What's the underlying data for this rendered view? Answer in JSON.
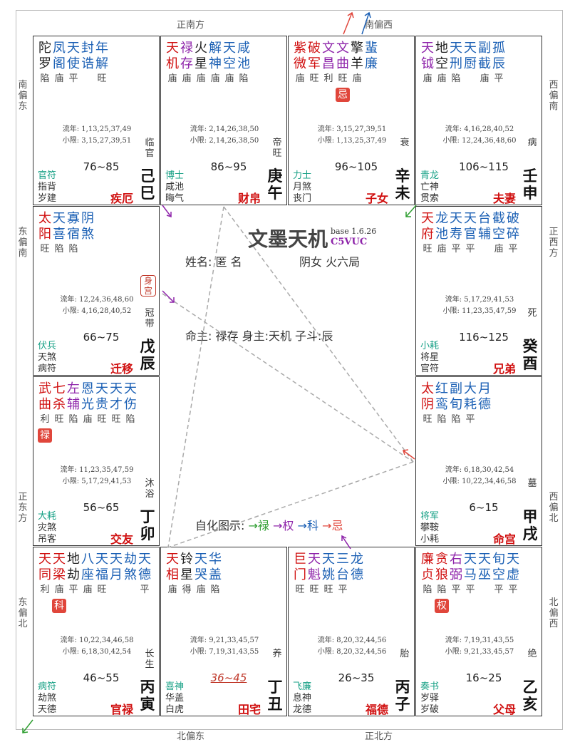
{
  "directions": {
    "top_left": "正南方",
    "top_right": "南偏西",
    "bottom_left": "北偏东",
    "bottom_right": "正北方",
    "left": [
      "南偏东",
      "东偏南",
      "正东方",
      "东偏北"
    ],
    "right": [
      "西偏南",
      "正西方",
      "西偏北",
      "北偏西"
    ]
  },
  "center": {
    "title": "文墨天机",
    "version": "base 1.6.26",
    "code": "C5VUC",
    "name_line": "姓名: 匿 名",
    "gender_line": "阴女 火六局",
    "ming_line": "命主: 禄存 身主:天机 子斗:辰",
    "sihua_label": "自化图示:",
    "sihua": [
      "禄",
      "权",
      "科",
      "忌"
    ]
  },
  "colors": {
    "red": "#d01010",
    "blue": "#1a5fb4",
    "purple": "#8e24aa",
    "green": "#16a085",
    "black": "#222"
  },
  "palaces": [
    {
      "stars": [
        "陀罗",
        "凤阁",
        "天使",
        "封诰",
        "年解"
      ],
      "colors": [
        "#222",
        "#1a5fb4",
        "#1a5fb4",
        "#1a5fb4",
        "#1a5fb4"
      ],
      "bright": [
        "陷",
        "庙",
        "平",
        "",
        "旺"
      ],
      "hua": [],
      "liunian": "流年: 1,13,25,37,49",
      "xiaoxian": "小限: 3,15,27,39,51",
      "age": "76~85",
      "god1": "官符",
      "god2": "指背",
      "god3": "岁建",
      "stage": "临官",
      "gz": "己巳",
      "name": "疾厄"
    },
    {
      "stars": [
        "天机",
        "禄存",
        "火星",
        "解神",
        "天空",
        "咸池"
      ],
      "colors": [
        "#d01010",
        "#8e24aa",
        "#222",
        "#1a5fb4",
        "#1a5fb4",
        "#1a5fb4"
      ],
      "bright": [
        "庙",
        "庙",
        "庙",
        "庙",
        "庙",
        "陷"
      ],
      "hua": [],
      "liunian": "流年: 2,14,26,38,50",
      "xiaoxian": "小限: 2,14,26,38,50",
      "age": "86~95",
      "god1": "博士",
      "god2": "咸池",
      "god3": "晦气",
      "stage": "帝旺",
      "gz": "庚午",
      "name": "财帛"
    },
    {
      "stars": [
        "紫微",
        "破军",
        "文昌",
        "文曲",
        "擎羊",
        "蜚廉"
      ],
      "colors": [
        "#d01010",
        "#d01010",
        "#8e24aa",
        "#8e24aa",
        "#222",
        "#1a5fb4"
      ],
      "bright": [
        "庙",
        "旺",
        "利",
        "旺",
        "庙",
        ""
      ],
      "hua": [
        "",
        "",
        "",
        "忌",
        "",
        ""
      ],
      "liunian": "流年: 3,15,27,39,51",
      "xiaoxian": "小限: 1,13,25,37,49",
      "age": "96~105",
      "god1": "力士",
      "god2": "月煞",
      "god3": "丧门",
      "stage": "衰",
      "gz": "辛未",
      "name": "子女"
    },
    {
      "stars": [
        "天钺",
        "地空",
        "天刑",
        "天厨",
        "副截",
        "孤辰"
      ],
      "colors": [
        "#8e24aa",
        "#222",
        "#1a5fb4",
        "#1a5fb4",
        "#1a5fb4",
        "#1a5fb4"
      ],
      "bright": [
        "庙",
        "庙",
        "陷",
        "",
        "庙",
        "平"
      ],
      "hua": [],
      "liunian": "流年: 4,16,28,40,52",
      "xiaoxian": "小限: 12,24,36,48,60",
      "age": "106~115",
      "god1": "青龙",
      "god2": "亡神",
      "god3": "贯索",
      "stage": "病",
      "gz": "壬申",
      "name": "夫妻"
    },
    {
      "stars": [
        "太阳",
        "天喜",
        "寡宿",
        "阴煞"
      ],
      "colors": [
        "#d01010",
        "#1a5fb4",
        "#1a5fb4",
        "#1a5fb4"
      ],
      "bright": [
        "旺",
        "陷",
        "陷",
        ""
      ],
      "hua": [],
      "liunian": "流年: 12,24,36,48,60",
      "xiaoxian": "小限: 4,16,28,40,52",
      "age": "66~75",
      "god1": "伏兵",
      "god2": "天煞",
      "god3": "病符",
      "stage": "冠带",
      "gz": "戊辰",
      "name": "迁移",
      "shen": "身宫"
    },
    {
      "stars": [
        "天府",
        "龙池",
        "天寿",
        "天官",
        "台辅",
        "截空",
        "破碎"
      ],
      "colors": [
        "#d01010",
        "#1a5fb4",
        "#1a5fb4",
        "#1a5fb4",
        "#1a5fb4",
        "#1a5fb4",
        "#1a5fb4"
      ],
      "bright": [
        "旺",
        "庙",
        "平",
        "平",
        "",
        "庙",
        "平"
      ],
      "hua": [],
      "liunian": "流年: 5,17,29,41,53",
      "xiaoxian": "小限: 11,23,35,47,59",
      "age": "116~125",
      "god1": "小耗",
      "god2": "将星",
      "god3": "官符",
      "stage": "死",
      "gz": "癸酉",
      "name": "兄弟"
    },
    {
      "stars": [
        "武曲",
        "七杀",
        "左辅",
        "恩光",
        "天贵",
        "天才",
        "天伤"
      ],
      "colors": [
        "#d01010",
        "#d01010",
        "#8e24aa",
        "#1a5fb4",
        "#1a5fb4",
        "#1a5fb4",
        "#1a5fb4"
      ],
      "bright": [
        "利",
        "旺",
        "陷",
        "庙",
        "旺",
        "旺",
        "陷"
      ],
      "hua": [
        "禄",
        "",
        "",
        "",
        "",
        "",
        ""
      ],
      "liunian": "流年: 11,23,35,47,59",
      "xiaoxian": "小限: 5,17,29,41,53",
      "age": "56~65",
      "god1": "大耗",
      "god2": "灾煞",
      "god3": "吊客",
      "stage": "沐浴",
      "gz": "丁卯",
      "name": "交友"
    },
    {
      "stars": [
        "太阴",
        "红鸾",
        "副旬",
        "大耗",
        "月德"
      ],
      "colors": [
        "#d01010",
        "#1a5fb4",
        "#1a5fb4",
        "#1a5fb4",
        "#1a5fb4"
      ],
      "bright": [
        "旺",
        "陷",
        "陷",
        "平",
        ""
      ],
      "hua": [],
      "liunian": "流年: 6,18,30,42,54",
      "xiaoxian": "小限: 10,22,34,46,58",
      "age": "6~15",
      "god1": "将军",
      "god2": "攀鞍",
      "god3": "小耗",
      "stage": "墓",
      "gz": "甲戌",
      "name": "命宫"
    },
    {
      "stars": [
        "天同",
        "天梁",
        "地劫",
        "八座",
        "天福",
        "天月",
        "劫煞",
        "天德"
      ],
      "colors": [
        "#d01010",
        "#d01010",
        "#222",
        "#1a5fb4",
        "#1a5fb4",
        "#1a5fb4",
        "#1a5fb4",
        "#1a5fb4"
      ],
      "bright": [
        "利",
        "庙",
        "平",
        "庙",
        "旺",
        "",
        "",
        "平"
      ],
      "hua": [
        "",
        "科",
        "",
        "",
        "",
        "",
        "",
        ""
      ],
      "liunian": "流年: 10,22,34,46,58",
      "xiaoxian": "小限: 6,18,30,42,54",
      "age": "46~55",
      "god1": "病符",
      "god2": "劫煞",
      "god3": "天德",
      "stage": "长生",
      "gz": "丙寅",
      "name": "官禄"
    },
    {
      "stars": [
        "天相",
        "铃星",
        "天哭",
        "华盖"
      ],
      "colors": [
        "#d01010",
        "#222",
        "#1a5fb4",
        "#1a5fb4"
      ],
      "bright": [
        "庙",
        "得",
        "庙",
        "陷"
      ],
      "hua": [],
      "liunian": "流年: 9,21,33,45,57",
      "xiaoxian": "小限: 7,19,31,43,55",
      "age": "36~45",
      "god1": "喜神",
      "god2": "华盖",
      "god3": "白虎",
      "stage": "养",
      "gz": "丁丑",
      "name": "田宅"
    },
    {
      "stars": [
        "巨门",
        "天魁",
        "天姚",
        "三台",
        "龙德"
      ],
      "colors": [
        "#d01010",
        "#8e24aa",
        "#1a5fb4",
        "#1a5fb4",
        "#1a5fb4"
      ],
      "bright": [
        "旺",
        "旺",
        "旺",
        "平",
        ""
      ],
      "hua": [],
      "liunian": "流年: 8,20,32,44,56",
      "xiaoxian": "小限: 8,20,32,44,56",
      "age": "26~35",
      "god1": "飞廉",
      "god2": "息神",
      "god3": "龙德",
      "stage": "胎",
      "gz": "丙子",
      "name": "福德"
    },
    {
      "stars": [
        "廉贞",
        "贪狼",
        "右弼",
        "天马",
        "天巫",
        "旬空",
        "天虚"
      ],
      "colors": [
        "#d01010",
        "#d01010",
        "#8e24aa",
        "#1a5fb4",
        "#1a5fb4",
        "#1a5fb4",
        "#1a5fb4"
      ],
      "bright": [
        "陷",
        "陷",
        "平",
        "平",
        "",
        "平",
        "平"
      ],
      "hua": [
        "",
        "权",
        "",
        "",
        "",
        "",
        ""
      ],
      "liunian": "流年: 7,19,31,43,55",
      "xiaoxian": "小限: 9,21,33,45,57",
      "age": "16~25",
      "god1": "奏书",
      "god2": "岁驿",
      "god3": "岁破",
      "stage": "绝",
      "gz": "乙亥",
      "name": "父母"
    }
  ]
}
